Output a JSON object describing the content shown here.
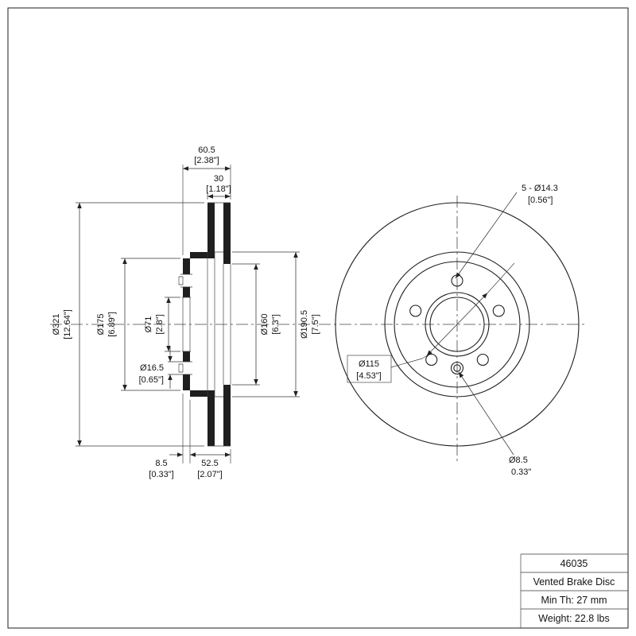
{
  "colors": {
    "ink": "#1f1f1f",
    "background": "#ffffff"
  },
  "title_block": {
    "part_number": "46035",
    "product_name": "Vented Brake Disc",
    "min_thickness": "Min Th: 27 mm",
    "weight": "Weight: 22.8 lbs"
  },
  "section_view": {
    "total_width_mm": "60.5",
    "total_width_in": "[2.38\"]",
    "ring_width_mm": "30",
    "ring_width_in": "[1.18\"]",
    "outer_dia_mm": "Ø321",
    "outer_dia_in": "[12.64\"]",
    "hat_dia_mm": "Ø175",
    "hat_dia_in": "[6.89\"]",
    "bore_dia_mm": "Ø71",
    "bore_dia_in": "[2.8\"]",
    "stud_hole_dia_mm": "Ø16.5",
    "stud_hole_dia_in": "[0.65\"]",
    "inner_face_dia_mm": "Ø160",
    "inner_face_dia_in": "[6.3\"]",
    "vent_inner_dia_mm": "Ø190.5",
    "vent_inner_dia_in": "[7.5\"]",
    "flange_thickness_mm": "8.5",
    "flange_thickness_in": "[0.33\"]",
    "hat_depth_mm": "52.5",
    "hat_depth_in": "[2.07\"]"
  },
  "front_view": {
    "bolt_holes_label_mm": "5 - Ø14.3",
    "bolt_holes_label_in": "[0.56\"]",
    "bolt_circle_dia_mm": "Ø115",
    "bolt_circle_dia_in": "[4.53\"]",
    "set_screw_dia_mm": "Ø8.5",
    "set_screw_dia_in": "0.33\""
  }
}
